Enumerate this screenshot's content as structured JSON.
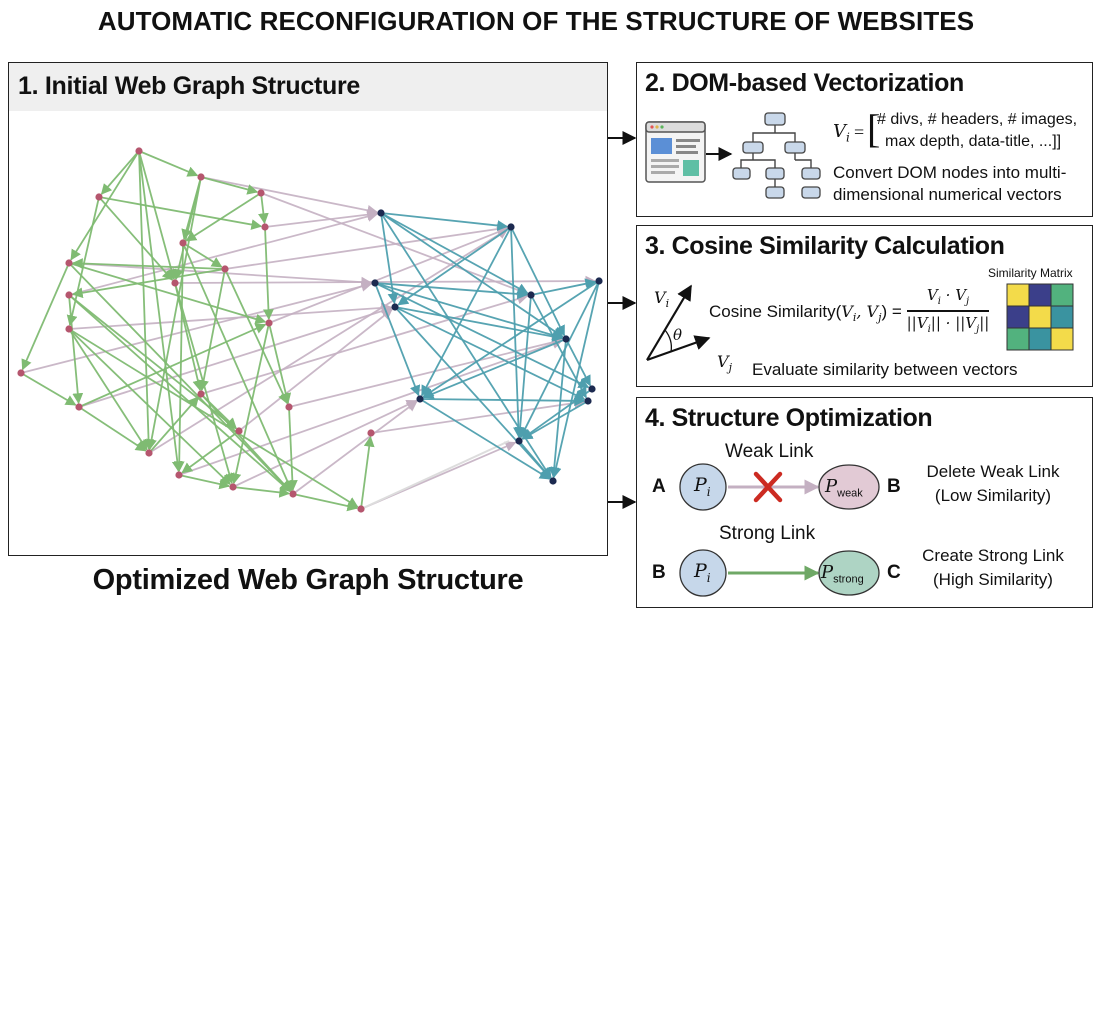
{
  "header": {
    "title": "AUTOMATIC RECONFIGURATION OF THE STRUCTURE OF WEBSITES"
  },
  "panel1": {
    "title": "1. Initial Web Graph Structure",
    "caption": "Optimized Web Graph Structure"
  },
  "panel2": {
    "title": "2. DOM-based Vectorization",
    "vector_symbol": "V",
    "vector_sub": "i",
    "vector_eq": "=",
    "vector_line1": "# divs, # headers, # images,",
    "vector_line2": "max depth, data-title, ...]]",
    "desc_line1": "Convert DOM nodes into multi-",
    "desc_line2": "dimensional numerical vectors"
  },
  "panel3": {
    "title": "3. Cosine Similarity Calculation",
    "vec_i_label": "V",
    "vec_i_sub": "i",
    "vec_j_label": "V",
    "vec_j_sub": "j",
    "theta": "θ",
    "formula_lhs": "Cosine Similarity(",
    "formula_args": "V",
    "formula_num": "V · V",
    "formula_den": "||V|| · ||V||",
    "matrix_label": "Similarity Matrix",
    "desc": "Evaluate similarity between vectors"
  },
  "panel4": {
    "title": "4. Structure Optimization",
    "weak_label": "Weak Link",
    "weak_left_letter": "A",
    "weak_node_left": "P",
    "weak_node_left_sub": "i",
    "weak_node_right": "P",
    "weak_node_right_sub": "weak",
    "weak_right_letter": "B",
    "weak_desc_line1": "Delete Weak Link",
    "weak_desc_line2": "(Low Similarity)",
    "strong_label": "Strong Link",
    "strong_left_letter": "B",
    "strong_node_left": "P",
    "strong_node_left_sub": "i",
    "strong_node_right": "P",
    "strong_node_right_sub": "strong",
    "strong_right_letter": "C",
    "strong_desc_line1": "Create Strong Link",
    "strong_desc_line2": "(High Similarity)"
  },
  "colors": {
    "green_edge": "#7fbb72",
    "teal_edge": "#4e9fae",
    "mauve_edge": "#c4b0c2",
    "pink_node": "#b5566e",
    "navy_node": "#1c2a50",
    "weak_node_fill": "#e2cad5",
    "strong_node_fill": "#aed4c4",
    "pi_node_fill": "#c6d7ea",
    "cross_red": "#cc2b22",
    "matrix_yellow": "#f3db4a",
    "matrix_navy": "#3b3f8a",
    "matrix_teal": "#3a93a0",
    "matrix_green": "#52b27e"
  },
  "icons": [
    "browser-window-icon",
    "dom-tree-icon",
    "red-cross-icon",
    "vector-angle-icon",
    "similarity-matrix-icon"
  ]
}
